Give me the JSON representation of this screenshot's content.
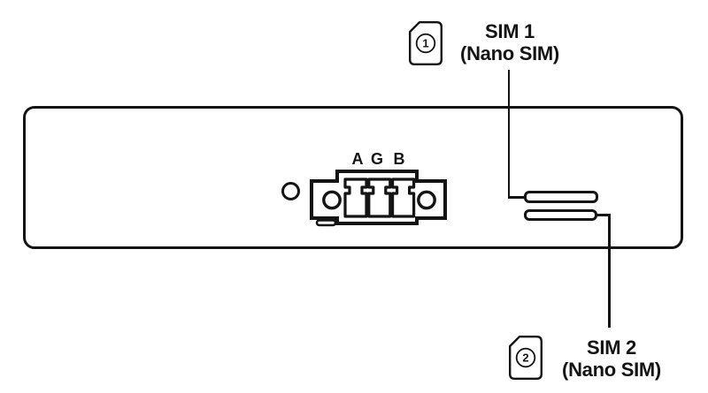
{
  "colors": {
    "ink": "#141414",
    "background": "#ffffff"
  },
  "terminal": {
    "labels": [
      "A",
      "G",
      "B"
    ]
  },
  "callouts": {
    "sim1": {
      "badge": "1",
      "title": "SIM 1",
      "subtitle": "(Nano SIM)"
    },
    "sim2": {
      "badge": "2",
      "title": "SIM 2",
      "subtitle": "(Nano SIM)"
    }
  }
}
